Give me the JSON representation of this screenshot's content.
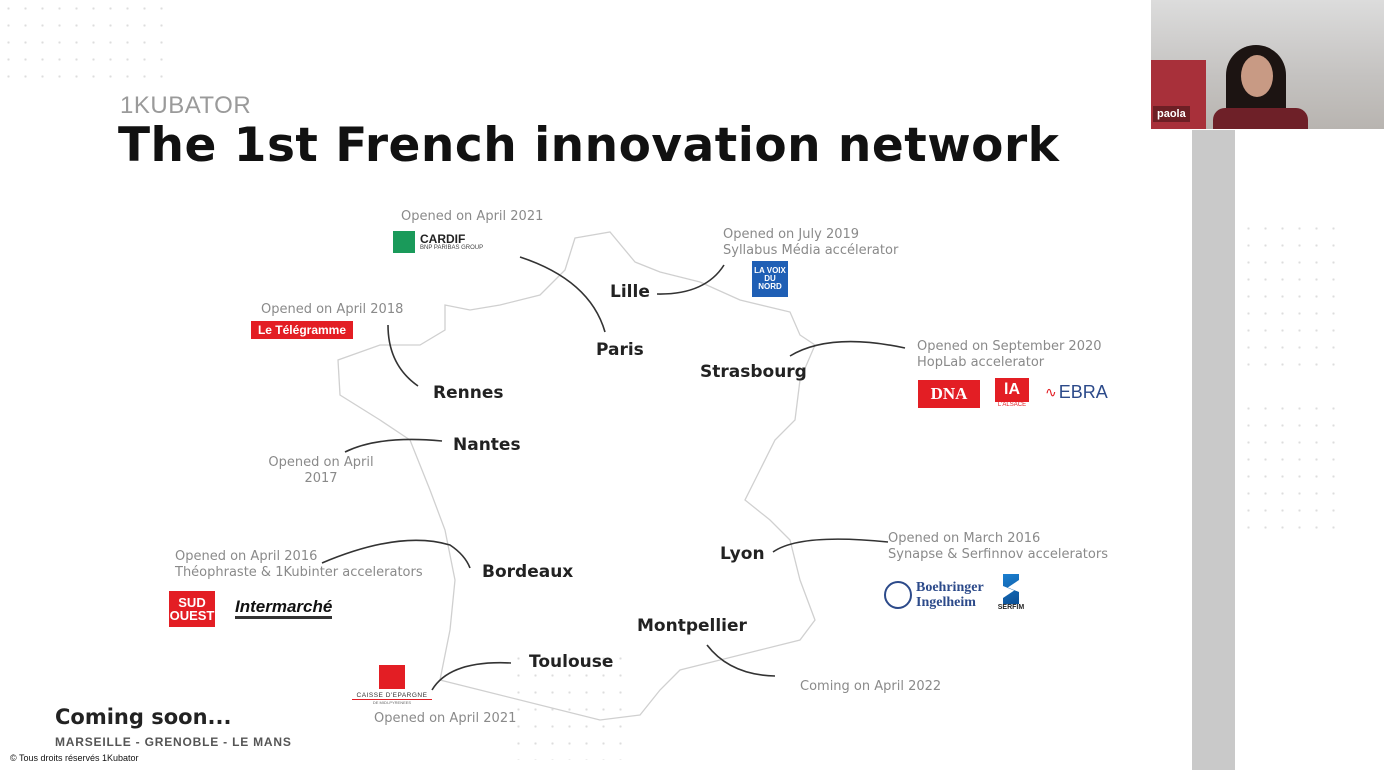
{
  "slide": {
    "brand": "1KUBATOR",
    "title": "The 1st French innovation network",
    "cities": {
      "lille": "Lille",
      "paris": "Paris",
      "strasbourg": "Strasbourg",
      "rennes": "Rennes",
      "nantes": "Nantes",
      "bordeaux": "Bordeaux",
      "lyon": "Lyon",
      "montpellier": "Montpellier",
      "toulouse": "Toulouse"
    },
    "notes": {
      "paris": "Opened on April 2021",
      "lille_1": "Opened on July 2019",
      "lille_2": "Syllabus Média accélerator",
      "rennes": "Opened on April 2018",
      "strasbourg_1": "Opened on September 2020",
      "strasbourg_2": "HopLab accelerator",
      "nantes_1": "Opened on April",
      "nantes_2": "2017",
      "bordeaux_1": "Opened on April 2016",
      "bordeaux_2": "Théophraste & 1Kubinter accelerators",
      "lyon_1": "Opened on March 2016",
      "lyon_2": "Synapse & Serfinnov accelerators",
      "montpellier": "Coming on April 2022",
      "toulouse": "Opened on April 2021"
    },
    "logos": {
      "cardif": "CARDIF",
      "cardif_sub": "BNP PARIBAS GROUP",
      "voix_du_nord": "LA VOIX DU NORD",
      "telegramme": "Le Télégramme",
      "dna": "DNA",
      "alsace": "L'ALSACE",
      "ebra": "EBRA",
      "sud_ouest_1": "SUD",
      "sud_ouest_2": "OUEST",
      "intermarche": "Intermarché",
      "caisse": "CAISSE D'EPARGNE",
      "caisse_sub": "DE MIDI-PYRENEES",
      "boehringer_1": "Boehringer",
      "boehringer_2": "Ingelheim",
      "serfim": "SERFIM"
    },
    "coming_soon": "Coming soon...",
    "coming_cities": "MARSEILLE - GRENOBLE - LE MANS",
    "copyright": "© Tous droits réservés 1Kubator"
  },
  "video": {
    "participant": "paola"
  },
  "colors": {
    "red": "#e31e24",
    "blue": "#1f5fb5",
    "line": "#333333"
  }
}
